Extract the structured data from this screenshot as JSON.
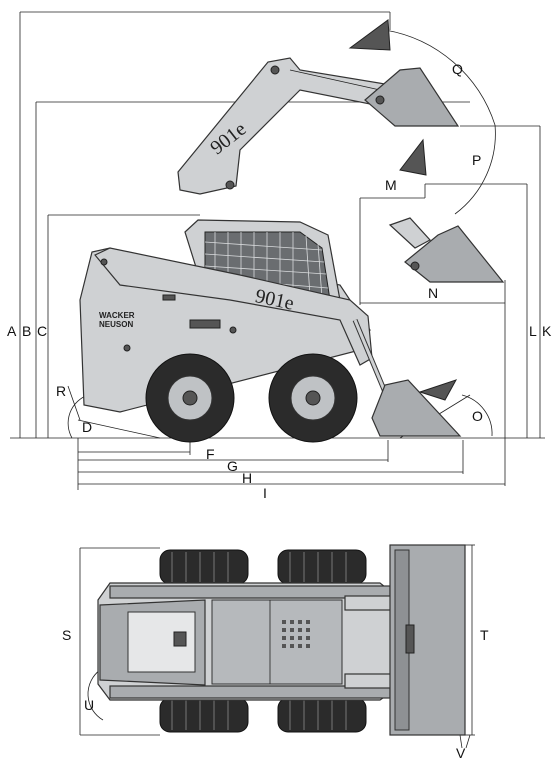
{
  "side_view": {
    "brand_line1": "WACKER",
    "brand_line2": "NEUSON",
    "model_on_boom": "901e",
    "model_on_cab": "901e"
  },
  "dimension_labels": {
    "A": "A",
    "B": "B",
    "C": "C",
    "D": "D",
    "F": "F",
    "G": "G",
    "H": "H",
    "I": "I",
    "K": "K",
    "L": "L",
    "M": "M",
    "N": "N",
    "O": "O",
    "P": "P",
    "Q": "Q",
    "R": "R"
  },
  "top_view_labels": {
    "S": "S",
    "T": "T",
    "U": "U",
    "V": "V"
  },
  "colors": {
    "machine": "#cfd1d3",
    "machine_dark": "#a9acaf",
    "tire": "#2b2b2b",
    "lines": "#222222"
  }
}
